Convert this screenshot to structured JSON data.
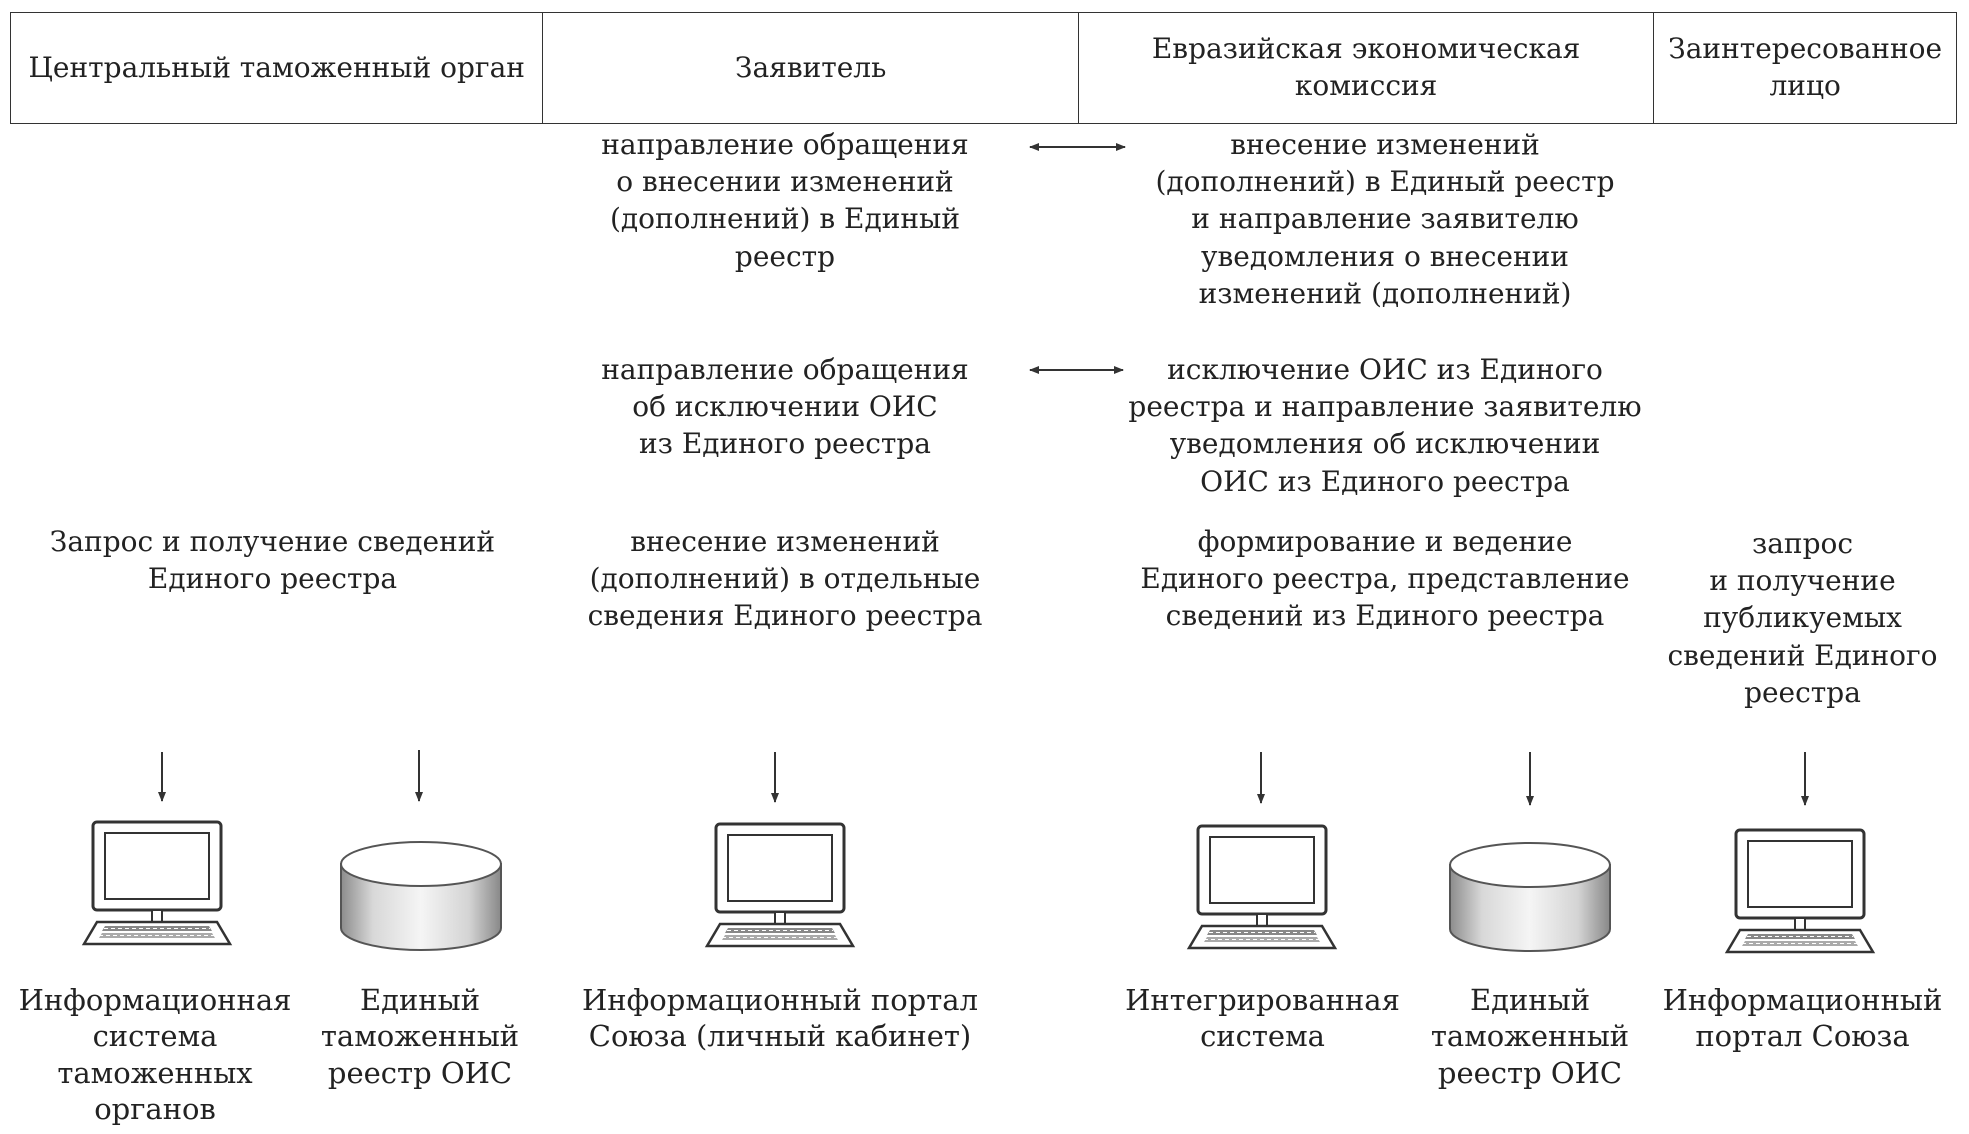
{
  "columns": [
    {
      "label": "Центральный таможенный орган"
    },
    {
      "label": "Заявитель"
    },
    {
      "label": "Евразийская экономическая\nкомиссия"
    },
    {
      "label": "Заинтересованное\nлицо"
    }
  ],
  "procedures": {
    "request_change": "направление обращения\nо внесении изменений\n(дополнений) в Единый\nреестр",
    "make_change": "внесение изменений\n(дополнений) в Единый реестр\nи направление заявителю\nуведомления о внесении\nизменений (дополнений)",
    "request_exclusion": "направление обращения\nоб исключении ОИС\nиз Единого реестра",
    "exclusion": "исключение ОИС из Единого\nреестра и направление заявителю\nуведомления об исключении\nОИС из Единого реестра",
    "customs_request": "Запрос и получение сведений\nЕдиного реестра",
    "applicant_changes": "внесение изменений\n(дополнений) в отдельные\nсведения Единого реестра",
    "commission_forming": "формирование и ведение\nЕдиного реестра, представление\nсведений из Единого реестра",
    "interested_request": "запрос\nи получение\nпубликуемых\nсведений Единого\nреестра"
  },
  "systems": {
    "customs_is": {
      "label": "Информационная\nсистема\nтаможенных\nорганов",
      "icon": "computer-icon"
    },
    "customs_registry": {
      "label": "Единый\nтаможенный\nреестр ОИС",
      "icon": "database-icon"
    },
    "union_portal_cabinet": {
      "label": "Информационный портал\nСоюза (личный кабинет)",
      "icon": "computer-icon"
    },
    "integrated_system": {
      "label": "Интегрированная\nсистема",
      "icon": "computer-icon"
    },
    "commission_registry": {
      "label": "Единый\nтаможенный\nреестр ОИС",
      "icon": "database-icon"
    },
    "union_portal": {
      "label": "Информационный\nпортал Союза",
      "icon": "computer-icon"
    }
  }
}
